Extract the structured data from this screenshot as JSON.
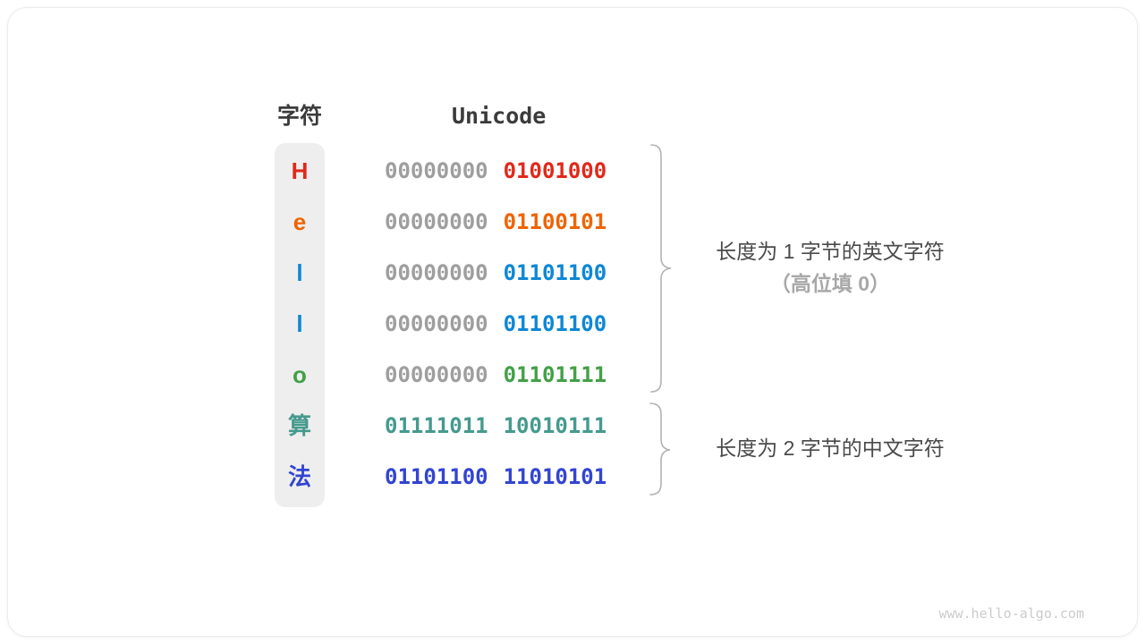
{
  "figure": {
    "headers": {
      "char": "字符",
      "unicode": "Unicode"
    },
    "rows": [
      {
        "char": "H",
        "byte1": "00000000",
        "byte2": "01001000",
        "color": "#e0291a"
      },
      {
        "char": "e",
        "byte1": "00000000",
        "byte2": "01100101",
        "color": "#ee6400"
      },
      {
        "char": "l",
        "byte1": "00000000",
        "byte2": "01101100",
        "color": "#0e87d5"
      },
      {
        "char": "l",
        "byte1": "00000000",
        "byte2": "01101100",
        "color": "#0e87d5"
      },
      {
        "char": "o",
        "byte1": "00000000",
        "byte2": "01101111",
        "color": "#43a047"
      },
      {
        "char": "算",
        "byte1": "01111011",
        "byte2": "10010111",
        "color": "#459a8d"
      },
      {
        "char": "法",
        "byte1": "01101100",
        "byte2": "11010101",
        "color": "#3245d0"
      }
    ],
    "annotations": {
      "english_group": {
        "line1": "长度为 1 字节的英文字符",
        "line2": "（高位填 0）"
      },
      "chinese_group": {
        "line1": "长度为 2 字节的中文字符"
      }
    },
    "watermark": "www.hello-algo.com"
  },
  "colors": {
    "header_text": "#3b3b3b",
    "binary_gray": "#9e9e9e",
    "annotation_dark": "#4a4a4a",
    "annotation_gray": "#a8a8a8",
    "brace": "#b3b3b3",
    "pill_bg": "#eeeeee",
    "watermark": "#cbcbcb"
  }
}
